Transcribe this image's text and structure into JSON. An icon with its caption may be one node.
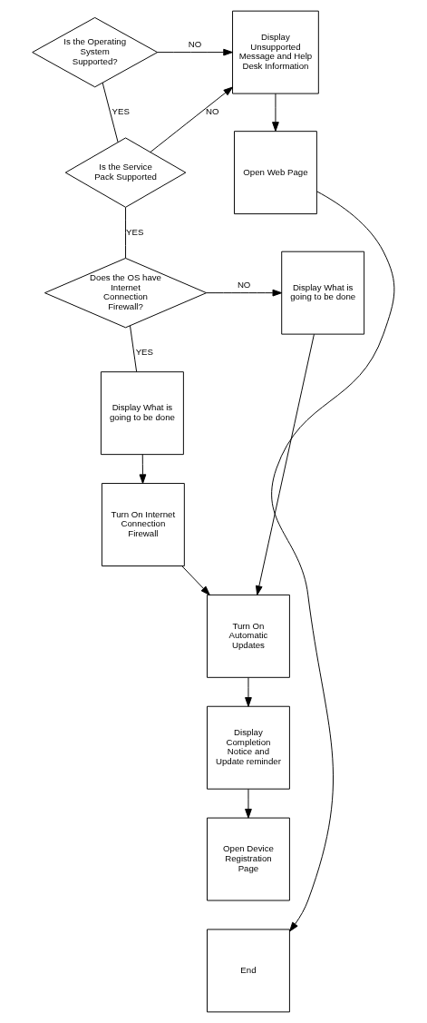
{
  "diagram": {
    "nodes": [
      {
        "text": [
          "Is the Operating System Supported?"
        ]
      },
      {
        "text": [
          "Display Unsupported Message and Help Desk Information"
        ]
      },
      {
        "text": [
          "Is the Service Pack Supported"
        ]
      },
      {
        "text": [
          "Open Web Page"
        ]
      },
      {
        "text": [
          "Does the OS have Internet Connection Firewall?"
        ]
      },
      {
        "text": [
          "Display What is going to be done"
        ]
      },
      {
        "text": [
          "Display What is going to be done"
        ]
      },
      {
        "text": [
          "Turn On Internet Connection Firewall"
        ]
      },
      {
        "text": [
          "Turn On Automatic Updates"
        ]
      },
      {
        "text": [
          "Display Completion Notice and Update reminder"
        ]
      },
      {
        "text": [
          "Open Device Registration Page"
        ]
      },
      {
        "text": [
          "End"
        ]
      }
    ],
    "edges": [
      {
        "from": 0,
        "to": 1,
        "label": "NO",
        "arrow": "to"
      },
      {
        "from": 0,
        "to": 2,
        "label": "YES",
        "arrow": "none"
      },
      {
        "from": 2,
        "to": 1,
        "label": "NO",
        "arrow": "to"
      },
      {
        "from": 1,
        "to": 3,
        "arrow": "to"
      },
      {
        "from": 2,
        "to": 4,
        "label": "YES",
        "arrow": "none"
      },
      {
        "from": 4,
        "to": 5,
        "label": "NO",
        "arrow": "to"
      },
      {
        "from": 4,
        "to": 6,
        "label": "YES",
        "arrow": "none"
      },
      {
        "from": 6,
        "to": 7,
        "arrow": "to"
      },
      {
        "from": 7,
        "to": 8,
        "arrow": "to"
      },
      {
        "from": 5,
        "to": 8,
        "arrow": "to"
      },
      {
        "from": 8,
        "to": 9,
        "arrow": "to"
      },
      {
        "from": 9,
        "to": 10,
        "arrow": "to"
      },
      {
        "from": 3,
        "to": 11,
        "arrow": "to"
      }
    ]
  }
}
